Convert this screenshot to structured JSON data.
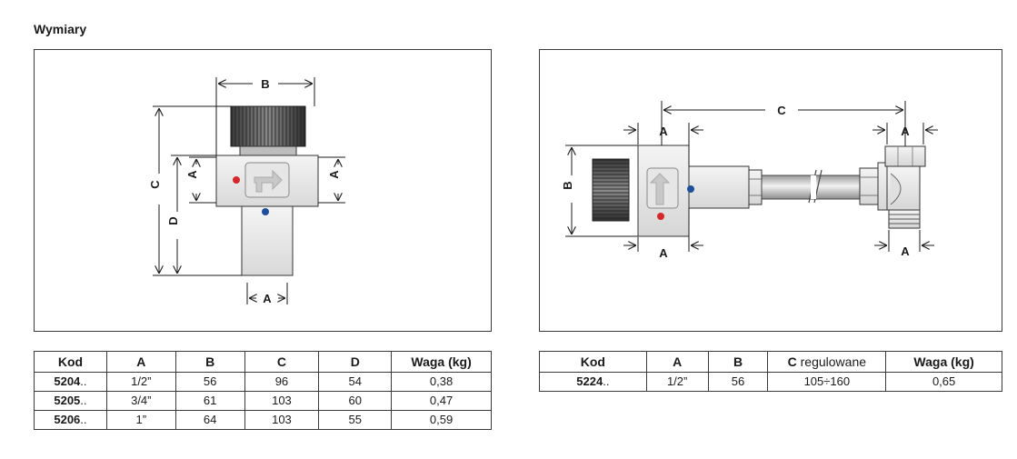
{
  "section_title": "Wymiary",
  "diagram_left": {
    "labels": {
      "b": "B",
      "c": "C",
      "d": "D",
      "a_left": "A",
      "a_right": "A",
      "a_bottom": "A"
    }
  },
  "diagram_right": {
    "labels": {
      "c": "C",
      "b": "B",
      "a_top_left": "A",
      "a_bottom_left": "A",
      "a_top_right": "A",
      "a_bottom_right": "A"
    }
  },
  "table_left": {
    "headers": {
      "kod": "Kod",
      "a": "A",
      "b": "B",
      "c": "C",
      "d": "D",
      "waga": "Waga (kg)"
    },
    "rows": [
      {
        "code_bold": "5204",
        "code_suffix": "..",
        "a": "1/2”",
        "b": "56",
        "c": "96",
        "d": "54",
        "waga": "0,38"
      },
      {
        "code_bold": "5205",
        "code_suffix": "..",
        "a": "3/4”",
        "b": "61",
        "c": "103",
        "d": "60",
        "waga": "0,47"
      },
      {
        "code_bold": "5206",
        "code_suffix": "..",
        "a": "1”",
        "b": "64",
        "c": "103",
        "d": "55",
        "waga": "0,59"
      }
    ]
  },
  "table_right": {
    "headers": {
      "kod": "Kod",
      "a": "A",
      "b": "B",
      "c_bold": "C",
      "c_rest": " regulowane",
      "waga": "Waga (kg)"
    },
    "rows": [
      {
        "code_bold": "5224",
        "code_suffix": "..",
        "a": "1/2”",
        "b": "56",
        "c": "105÷160",
        "waga": "0,65"
      }
    ]
  }
}
